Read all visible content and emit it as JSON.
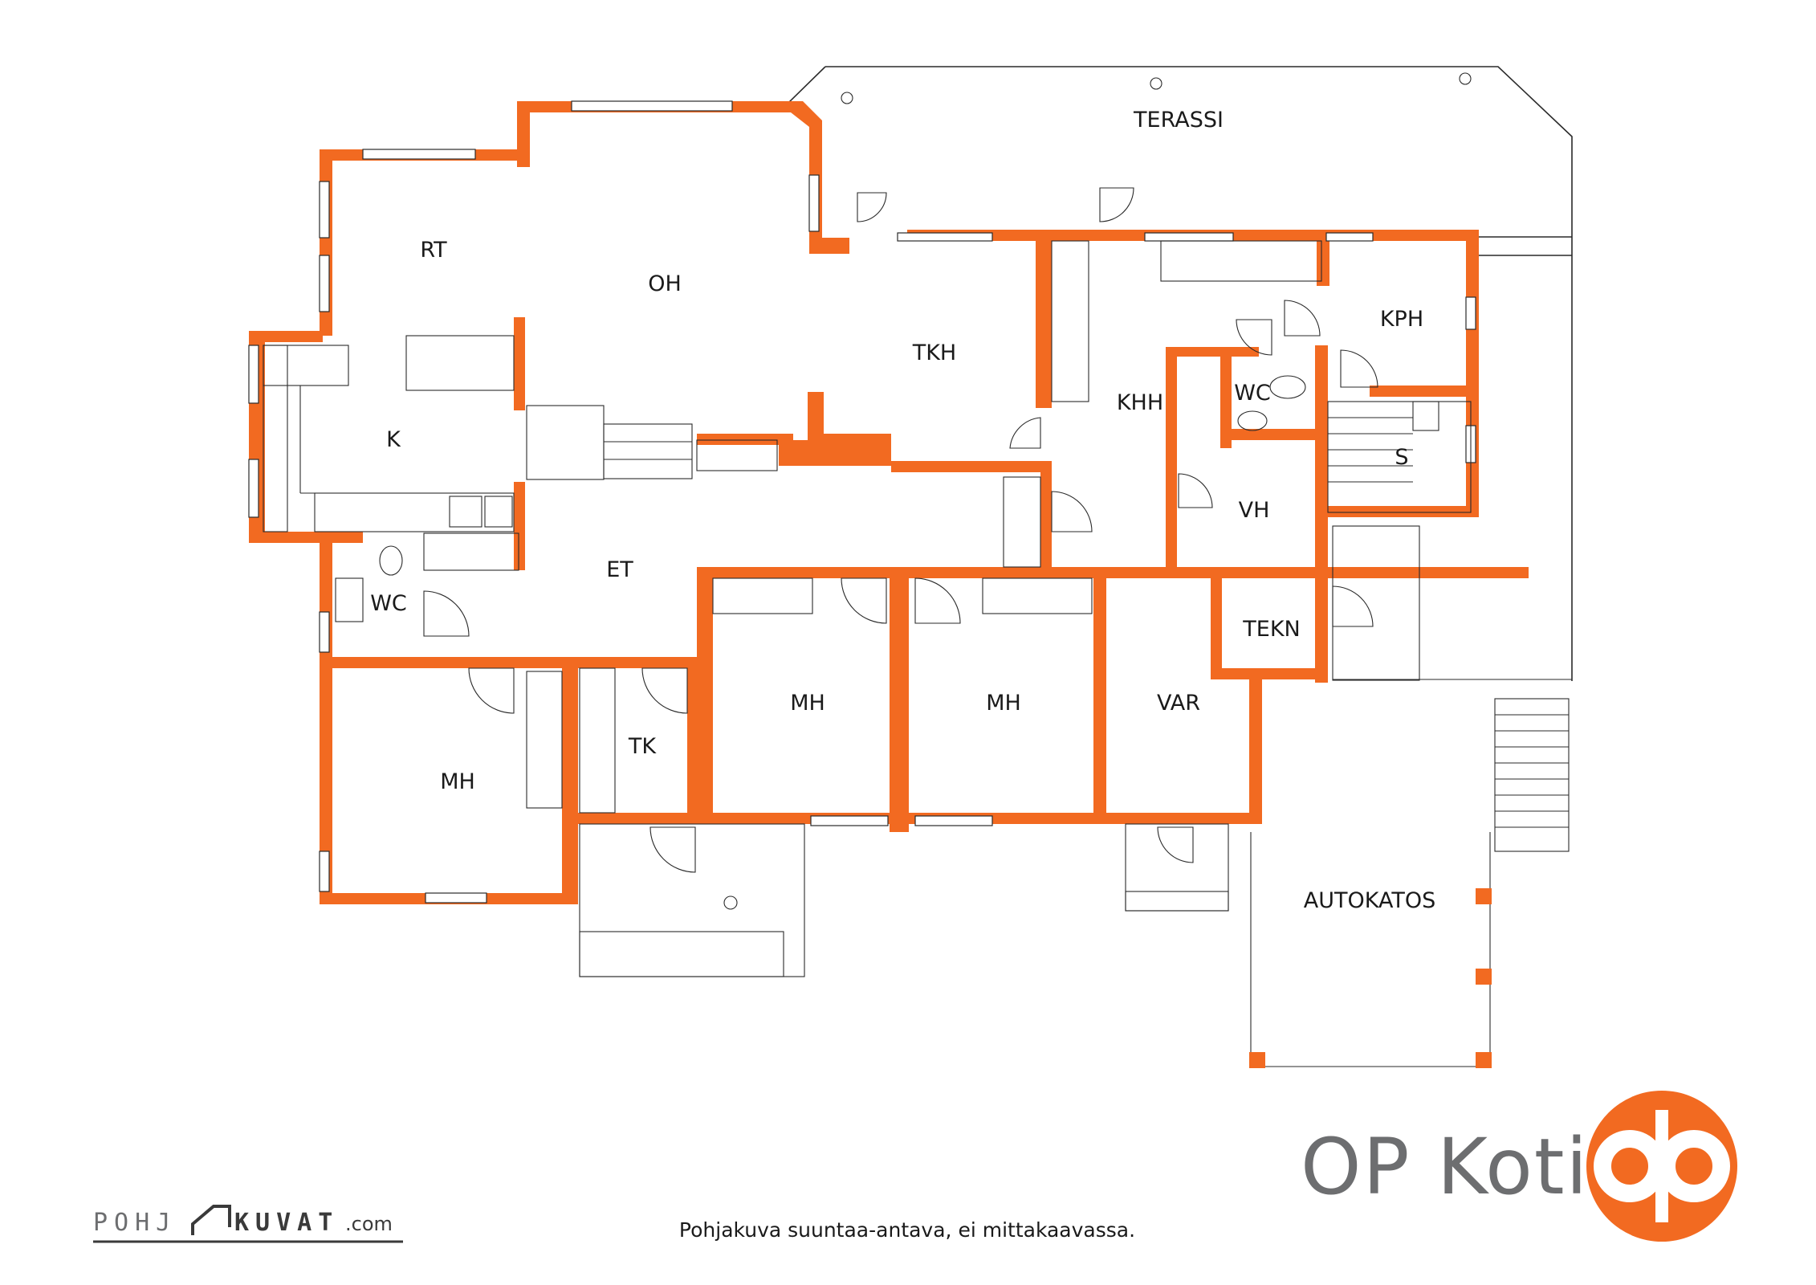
{
  "rooms": {
    "terassi": "TERASSI",
    "rt": "RT",
    "oh": "OH",
    "tkh": "TKH",
    "k": "K",
    "khh": "KHH",
    "kph": "KPH",
    "wc_bath": "WC",
    "s": "S",
    "vh": "VH",
    "et": "ET",
    "wc_hall": "WC",
    "tekn": "TEKN",
    "mh_left": "MH",
    "tk": "TK",
    "mh_mid1": "MH",
    "mh_mid2": "MH",
    "var": "VAR",
    "autokatos": "AUTOKATOS"
  },
  "footer": {
    "disclaimer": "Pohjakuva suuntaa-antava, ei mittakaavassa.",
    "pohjakuvat_left": "POHJ",
    "pohjakuvat_right": "KUVAT",
    "pohjakuvat_domain": ".com"
  },
  "brand": {
    "name": "OP Koti",
    "accent_color": "#f26a21",
    "text_color": "#6d6e70"
  },
  "colors": {
    "wall": "#f26a21",
    "line": "#2a2a2a"
  }
}
